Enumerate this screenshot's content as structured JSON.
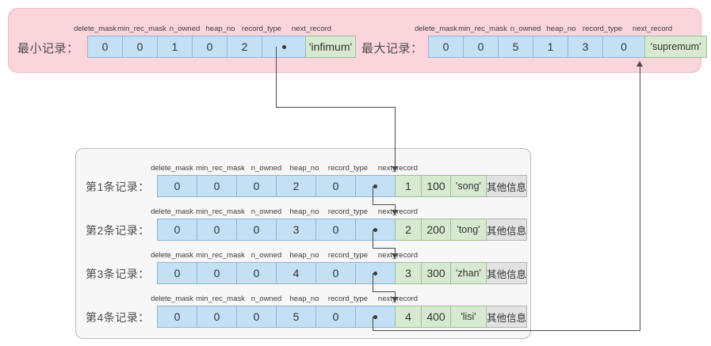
{
  "diagram": {
    "field_headers": [
      "delete_mask",
      "min_rec_mask",
      "n_owned",
      "heap_no",
      "record_type",
      "next_record"
    ],
    "top_panel": {
      "min_record": {
        "label": "最小记录：",
        "values": [
          "0",
          "0",
          "1",
          "0",
          "2",
          ""
        ],
        "pointer_cell_index": 5,
        "payload": "'infimum'"
      },
      "max_record": {
        "label": "最大记录：",
        "values": [
          "0",
          "0",
          "5",
          "1",
          "3",
          "0"
        ],
        "payload": "'supremum'"
      }
    },
    "records": [
      {
        "label": "第1条记录：",
        "values": [
          "0",
          "0",
          "0",
          "2",
          "0",
          ""
        ],
        "pointer_cell_index": 5,
        "c1": "1",
        "c2": "100",
        "c3": "'song'",
        "other": "其他信息"
      },
      {
        "label": "第2条记录：",
        "values": [
          "0",
          "0",
          "0",
          "3",
          "0",
          ""
        ],
        "pointer_cell_index": 5,
        "c1": "2",
        "c2": "200",
        "c3": "'tong'",
        "other": "其他信息"
      },
      {
        "label": "第3条记录：",
        "values": [
          "0",
          "0",
          "0",
          "4",
          "0",
          ""
        ],
        "pointer_cell_index": 5,
        "c1": "3",
        "c2": "300",
        "c3": "'zhan'",
        "other": "其他信息"
      },
      {
        "label": "第4条记录：",
        "values": [
          "0",
          "0",
          "0",
          "5",
          "0",
          ""
        ],
        "pointer_cell_index": 5,
        "c1": "4",
        "c2": "400",
        "c3": "'lisi'",
        "other": "其他信息"
      }
    ],
    "colors": {
      "panel_pink_bg": "#fbd5dc",
      "panel_pink_border": "#f2b8c6",
      "panel_white_bg": "#f7f7f7",
      "panel_white_border": "#b9b9b9",
      "cell_blue_bg": "#c3e0f5",
      "cell_blue_border": "#8fb7d6",
      "cell_green_bg": "#d7ead1",
      "cell_green_border": "#9cbf93",
      "cell_gray_bg": "#e2e2e2",
      "connector": "#4a4a4a"
    }
  }
}
